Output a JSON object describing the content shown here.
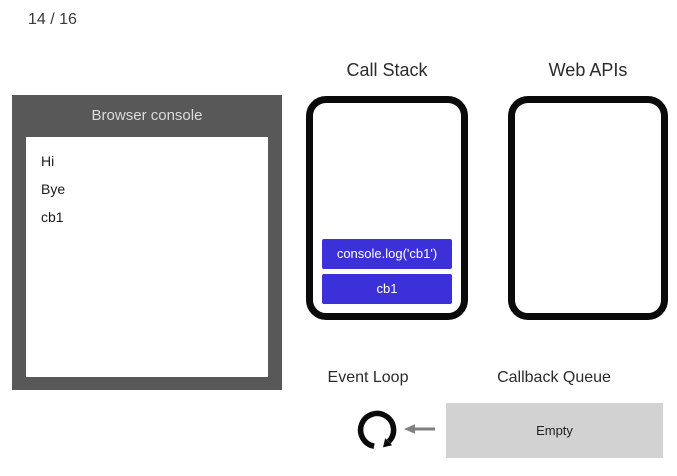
{
  "slide": {
    "counter": "14 / 16"
  },
  "console": {
    "title": "Browser console",
    "lines": [
      "Hi",
      "Bye",
      "cb1"
    ]
  },
  "call_stack": {
    "label": "Call Stack",
    "frames": [
      "console.log('cb1')",
      "cb1"
    ]
  },
  "web_apis": {
    "label": "Web APIs",
    "tasks": []
  },
  "event_loop": {
    "label": "Event Loop",
    "icon": "loop-arrow-icon"
  },
  "callback_queue": {
    "label": "Callback Queue",
    "status": "Empty"
  },
  "arrow": {
    "icon": "left-arrow-icon"
  },
  "colors": {
    "frame_blue": "#3c31d8",
    "console_gray": "#585858",
    "queue_gray": "#d2d2d2",
    "arrow_gray": "#7f7f7f",
    "box_border": "#0a0a0a"
  }
}
